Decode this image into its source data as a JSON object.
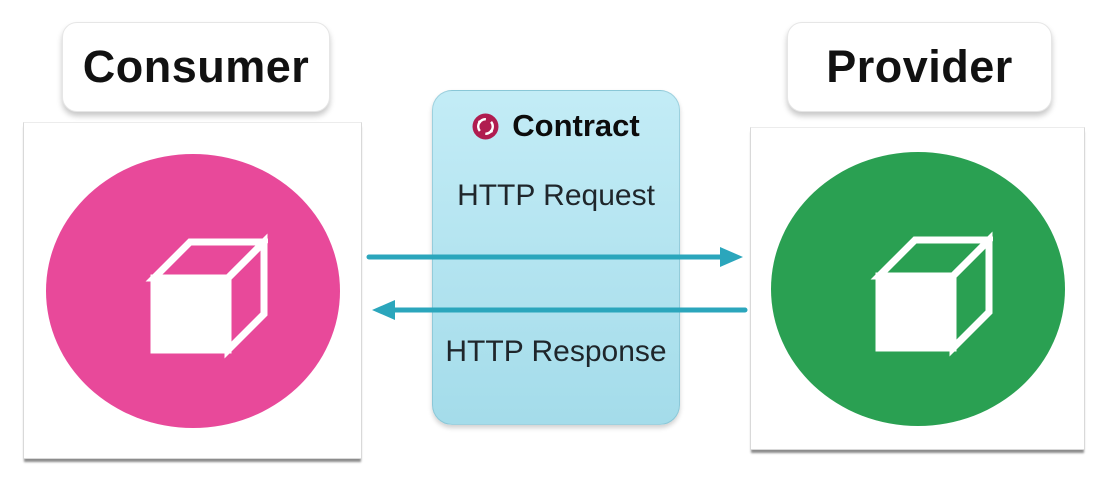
{
  "labels": {
    "consumer": "Consumer",
    "provider": "Provider"
  },
  "contract": {
    "title": "Contract",
    "request_label": "HTTP Request",
    "response_label": "HTTP Response"
  },
  "icons": {
    "contract_badge": "sync-ring-icon",
    "consumer_service": "cube-icon",
    "provider_service": "cube-icon"
  },
  "colors": {
    "consumer_circle": "#e8499a",
    "provider_circle": "#2aa052",
    "arrow": "#2ba6bc",
    "contract_box_top": "#c3ecf6",
    "contract_box_bottom": "#a4dcea",
    "badge": "#b01d50",
    "text_dark": "#1f262b"
  }
}
